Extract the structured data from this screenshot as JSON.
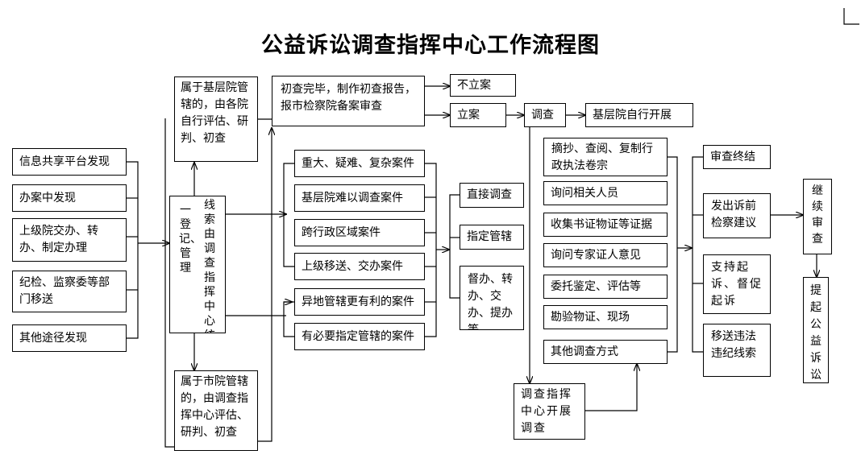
{
  "title": "公益诉讼调查指挥中心工作流程图",
  "sources": [
    "信息共享平台发现",
    "办案中发现",
    "上级院交办、转办、制定办理",
    "纪检、监察委等部门移送",
    "其他途径发现"
  ],
  "register": {
    "left_text": "一登记、管理",
    "right_text": "线索由调查指挥中心统"
  },
  "base_court": "属于基层院管辖的，由各院自行评估、研判、初查",
  "city_court": "属于市院管辖的，由调查指挥中心评估、研判、初查",
  "preliminary_report": "初查完毕，制作初查报告，报市检察院备案审查",
  "no_filing": "不立案",
  "filing": "立案",
  "investigation": "调查",
  "base_self": "基层院自行开展",
  "case_types": [
    "重大、疑难、复杂案件",
    "基层院难以调查案件",
    "跨行政区域案件",
    "上级移送、交办案件",
    "异地管辖更有利的案件",
    "有必要指定管辖的案件"
  ],
  "modes": [
    "直接调查",
    "指定管辖",
    "督办、转办、交办、提办等"
  ],
  "methods": [
    "摘抄、查阅、复制行政执法卷宗",
    "询问相关人员",
    "收集书证物证等证据",
    "询问专家证人意见",
    "委托鉴定、评估等",
    "勘验物证、现场",
    "其他调查方式"
  ],
  "center_invest": "调查指挥中心开展调查",
  "results": [
    "审查终结",
    "发出诉前检察建议",
    "支持起诉、督促起诉",
    "移送违法违纪线索"
  ],
  "continue_review": "继续审查",
  "file_suit": "提起公益诉讼"
}
